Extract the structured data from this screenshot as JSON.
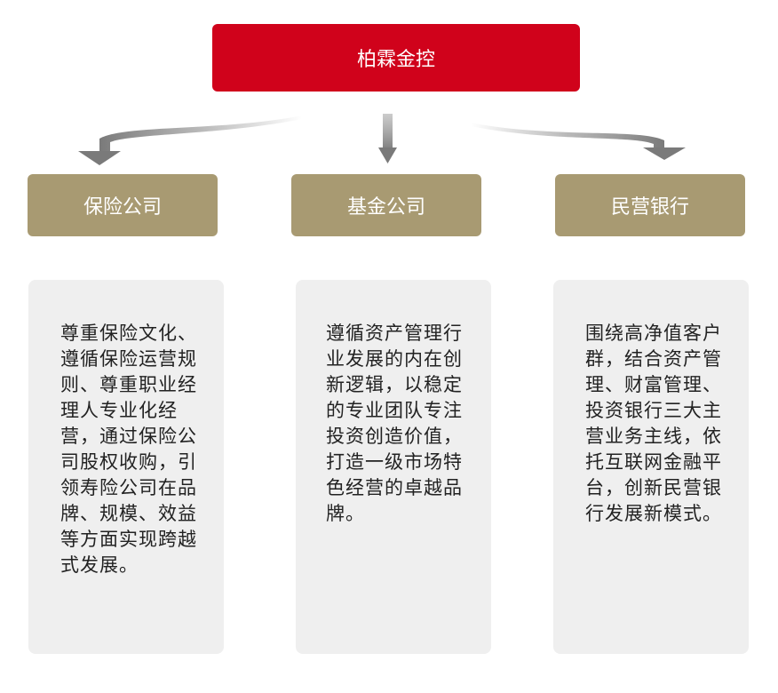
{
  "root": {
    "label": "柏霖金控"
  },
  "branches": [
    {
      "label": "保险公司",
      "description": "尊重保险文化、遵循保险运营规则、尊重职业经理人专业化经营，通过保险公司股权收购，引领寿险公司在品牌、规模、效益等方面实现跨越式发展。"
    },
    {
      "label": "基金公司",
      "description": "遵循资产管理行业发展的内在创新逻辑，以稳定的专业团队专注投资创造价值，打造一级市场特色经营的卓越品牌。"
    },
    {
      "label": "民营银行",
      "description": "围绕高净值客户群，结合资产管理、财富管理、投资银行三大主营业务主线，依托互联网金融平台，创新民营银行发展新模式。"
    }
  ],
  "colors": {
    "root": "#d0021b",
    "branch": "#a89a72",
    "card": "#efefef",
    "arrow": "#8a8a8a"
  }
}
